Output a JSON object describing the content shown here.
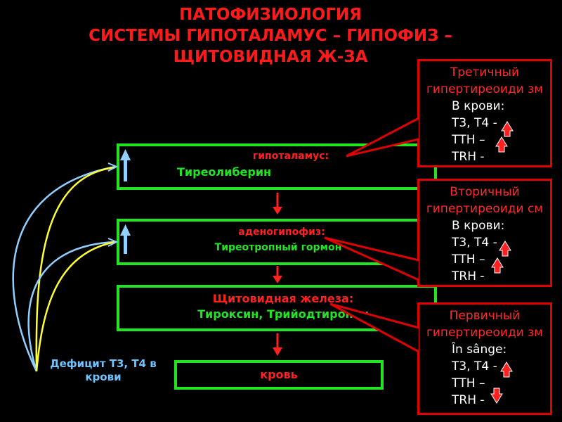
{
  "title": {
    "line1": "ПАТОФИЗИОЛОГИЯ",
    "line2": "СИСТЕМЫ ГИПОТАЛАМУС – ГИПОФИЗ –",
    "line3": "ЩИТОВИДНАЯ Ж-ЗА"
  },
  "boxes": {
    "hypothalamus": {
      "label": "гипоталамус:",
      "hormone": "Тиреолиберин"
    },
    "adenohypophysis": {
      "label": "аденогипофиз:",
      "hormone": "Тиреотропный гормон"
    },
    "thyroid": {
      "label": "Щитовидная железа:",
      "hormone": "Тироксин, Трийодтиронин"
    },
    "blood": {
      "label": "кровь"
    }
  },
  "deficit": {
    "text": "Дефицит Т3, Т4 в крови"
  },
  "callouts": {
    "tertiary": {
      "title": "Третичный гипертиреоиди зм",
      "lines": [
        "В крови:",
        "Т3, Т4 -",
        "ТТН –",
        "TRH -"
      ]
    },
    "secondary": {
      "title": "Вторичный гипертиреоиди см",
      "lines": [
        "В  крови:",
        "Т3, Т4 -",
        "ТТН –",
        "TRH -"
      ]
    },
    "primary": {
      "title": "Первичный гипертиреоиди зм",
      "lines": [
        "În sânge:",
        "Т3, Т4 -",
        "ТТН –",
        "TRH -"
      ]
    }
  },
  "colors": {
    "title_red": "#ff1a1a",
    "box_green": "#22e522",
    "callout_red": "#e00000",
    "up_arrow_blue": "#8fd0ff",
    "feedback_yellow": "#ffff33"
  }
}
